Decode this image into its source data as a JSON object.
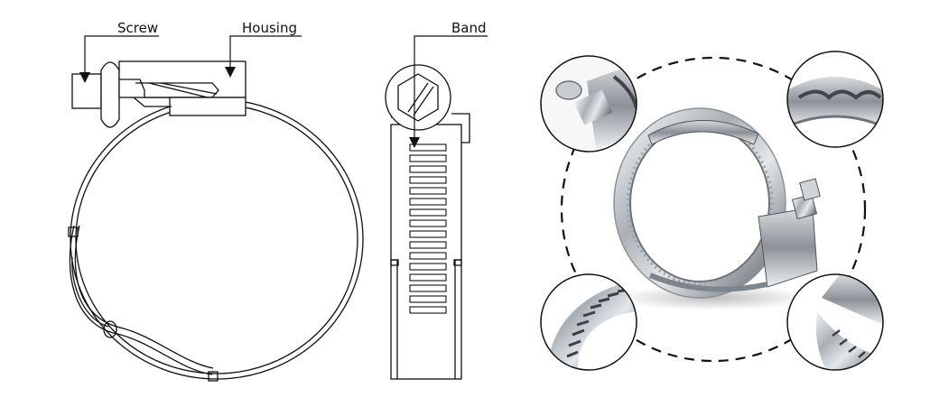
{
  "labels": {
    "screw": "Screw",
    "housing": "Housing",
    "band": "Band"
  },
  "colors": {
    "line": "#111111",
    "steel_dark": "#5f666c",
    "steel_mid": "#a9b0b5",
    "steel_light": "#e6e9eb"
  },
  "photo_details": [
    {
      "name": "screw-detail"
    },
    {
      "name": "housing-top-detail"
    },
    {
      "name": "band-slots-detail"
    },
    {
      "name": "band-end-detail"
    }
  ]
}
